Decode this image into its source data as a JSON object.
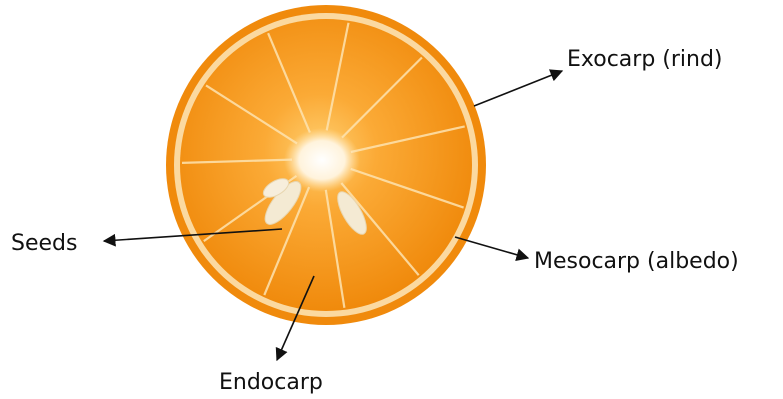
{
  "labels": {
    "exocarp": "Exocarp (rind)",
    "mesocarp": "Mesocarp (albedo)",
    "seeds": "Seeds",
    "endocarp": "Endocarp"
  },
  "colors": {
    "rind": "#f08a0c",
    "albedo": "#fbd9a0",
    "pulp": "#f5960f",
    "pulp_light": "#fbb246",
    "core": "#fff6e6",
    "seed": "#f4ead3",
    "arrow": "#111111",
    "background": "#ffffff"
  }
}
